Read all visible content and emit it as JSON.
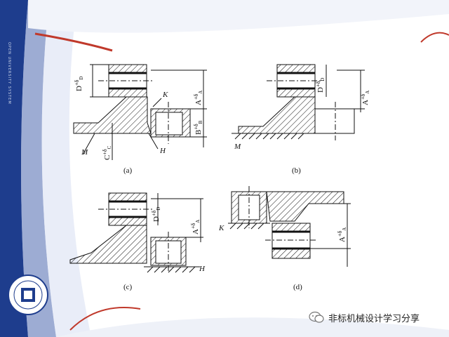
{
  "side_text": "OPEN UNIVERSITY SYSTEM",
  "figures": {
    "a": {
      "caption": "(a)",
      "labels": {
        "K": "K",
        "M": "M",
        "H": "H"
      },
      "dims": {
        "D": "D",
        "D_tol": "+δ",
        "D_sub": "D",
        "A": "A",
        "A_tol": "+δ",
        "A_sub": "A",
        "B": "B",
        "B_tol": "+δ",
        "B_sub": "B",
        "C": "C",
        "C_tol": "+δ",
        "C_sub": "C"
      }
    },
    "b": {
      "caption": "(b)",
      "labels": {
        "M": "M"
      },
      "dims": {
        "D": "D",
        "D_tol": "+δ",
        "D_sub": "D",
        "A": "A",
        "A_tol": "+δ",
        "A_sub": "A"
      }
    },
    "c": {
      "caption": "(c)",
      "labels": {
        "H": "H"
      },
      "dims": {
        "D": "D",
        "D_tol": "+δ",
        "D_sub": "D",
        "A": "A",
        "A_tol": "+δ",
        "A_sub": "A"
      }
    },
    "d": {
      "caption": "(d)",
      "labels": {
        "K": "K"
      },
      "dims": {
        "A": "A",
        "A_tol": "+δ",
        "A_sub": "A"
      }
    }
  },
  "footer": {
    "text": "非标机械设计学习分享",
    "icon": "wechat-icon"
  },
  "seal": {
    "icon": "university-seal-icon"
  },
  "colors": {
    "line": "#111111",
    "accent": "#c0392b",
    "bg_blue": "#1f3f8f"
  }
}
